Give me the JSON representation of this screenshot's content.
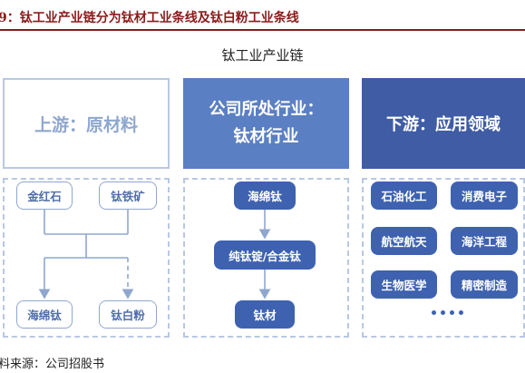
{
  "caption": "9：钛工业产业链分为钛材工业条线及钛白粉工业条线",
  "diagram_title": "钛工业产业链",
  "upstream": {
    "header": "上游：原材料",
    "raw": [
      "金红石",
      "钛铁矿"
    ],
    "products": [
      "海绵钛",
      "钛白粉"
    ]
  },
  "midstream": {
    "header_line1": "公司所处行业：",
    "header_line2": "钛材行业",
    "steps": [
      "海绵钛",
      "纯钛锭/合金钛",
      "钛材"
    ]
  },
  "downstream": {
    "header": "下游：应用领域",
    "fields": [
      "石油化工",
      "消费电子",
      "航空航天",
      "海洋工程",
      "生物医学",
      "精密制造"
    ]
  },
  "source": "料来源：公司招股书",
  "colors": {
    "caption": "#8B1A1A",
    "mid_header": "#5B7FC3",
    "down_header": "#3F5CA5",
    "pill": "#3E62B0",
    "outline": "#B9C8E2"
  }
}
